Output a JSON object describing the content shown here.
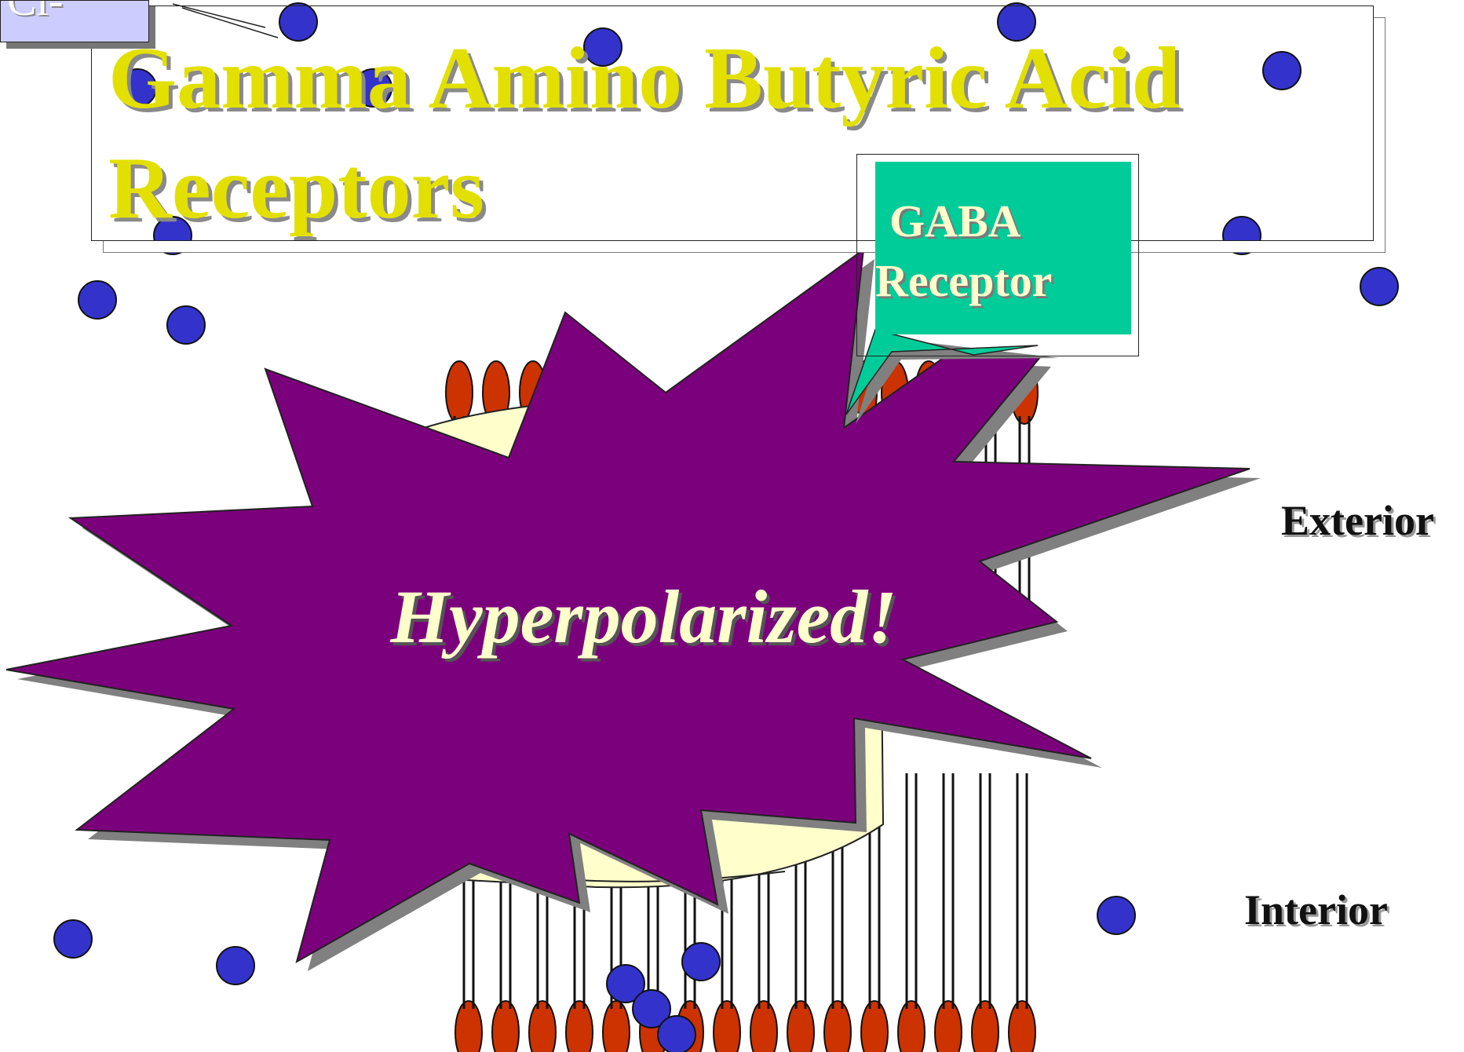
{
  "title": "Gamma  Amino Butyric Acid Receptors",
  "ion_label": "Cl-",
  "callout": {
    "line1": "GABA",
    "line2": "Receptor"
  },
  "burst_text": "Hyperpolarized!",
  "labels": {
    "exterior": "Exterior",
    "interior": "Interior"
  },
  "colors": {
    "title": "#e3e000",
    "ion": "#3333cc",
    "burst": "#7b007b",
    "callout": "#00cc99",
    "lipid_head": "#cc3300",
    "protein": "#ffffcc"
  }
}
